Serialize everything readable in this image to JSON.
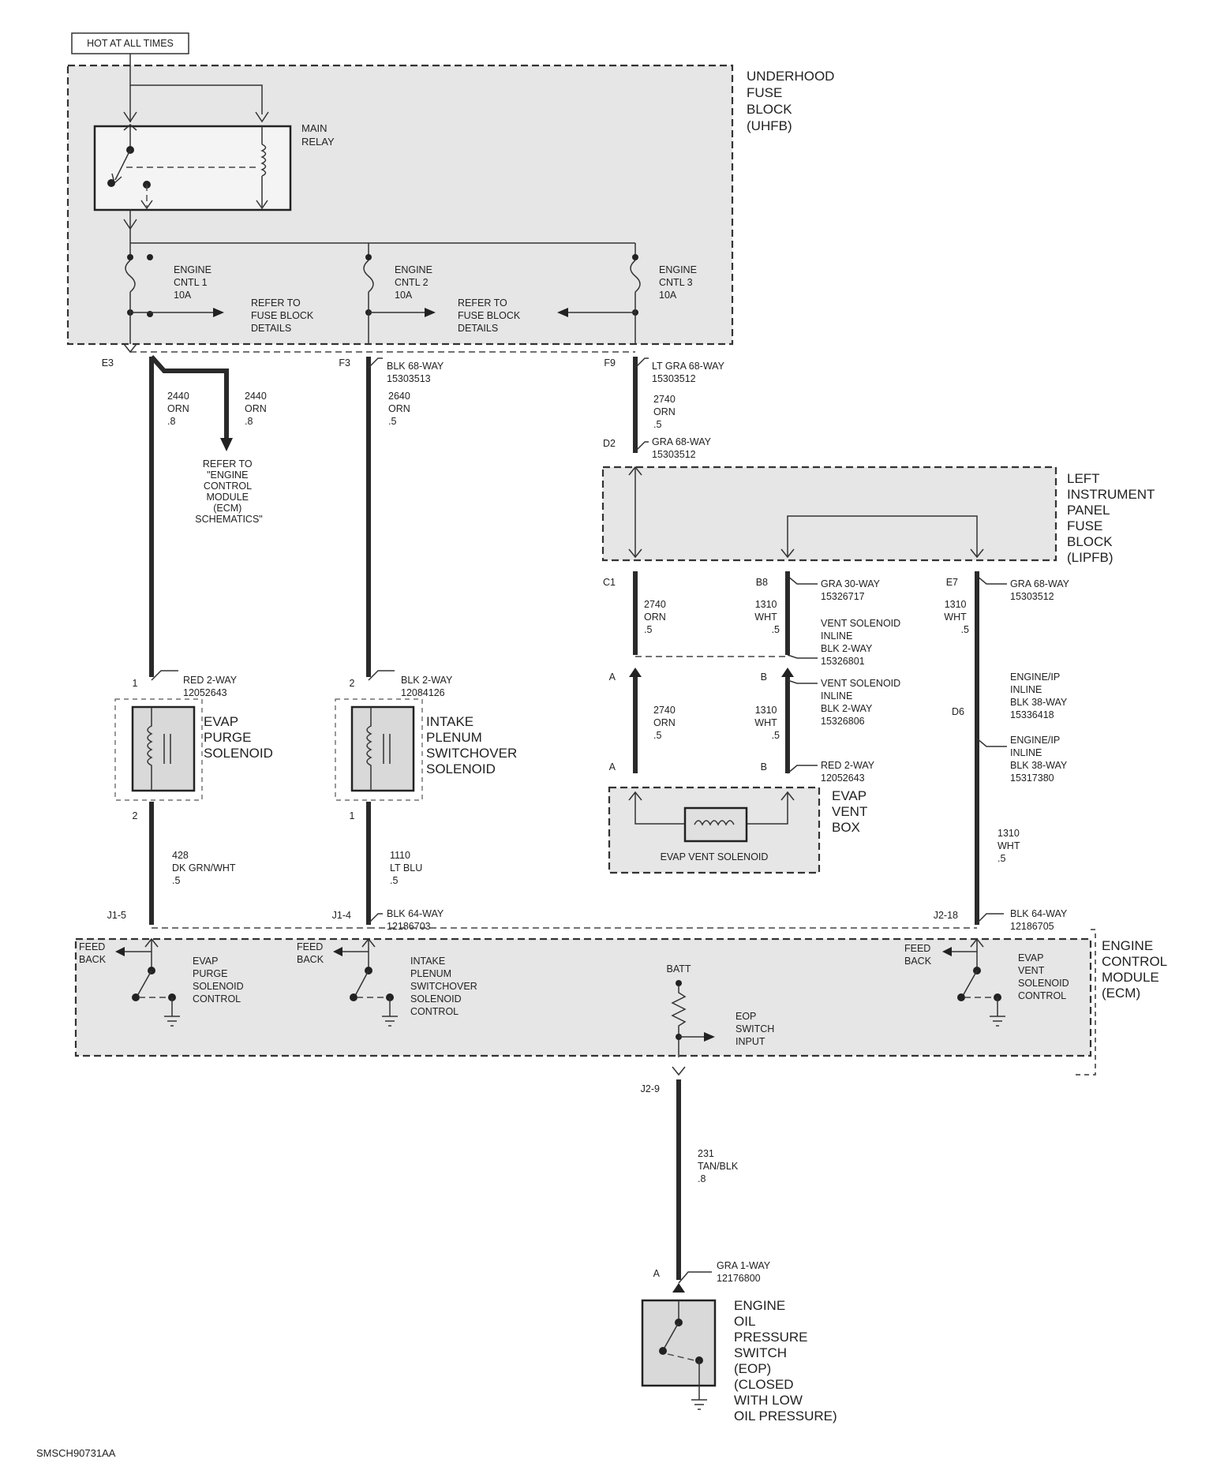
{
  "hot_label": "HOT AT ALL TIMES",
  "uhfb": {
    "title": [
      "UNDERHOOD",
      "FUSE",
      "BLOCK",
      "(UHFB)"
    ],
    "relay": [
      "MAIN",
      "RELAY"
    ]
  },
  "fuses": [
    {
      "name": [
        "ENGINE",
        "CNTL 1",
        "10A"
      ]
    },
    {
      "name": [
        "ENGINE",
        "CNTL 2",
        "10A"
      ]
    },
    {
      "name": [
        "ENGINE",
        "CNTL 3",
        "10A"
      ]
    }
  ],
  "refer_fuse": [
    "REFER TO",
    "FUSE BLOCK",
    "DETAILS"
  ],
  "refer_ecm": [
    "REFER TO",
    "\"ENGINE",
    "CONTROL",
    "MODULE",
    "(ECM)",
    "SCHEMATICS\""
  ],
  "connectors": {
    "e3": "E3",
    "f3": {
      "pin": "F3",
      "desc": [
        "BLK 68-WAY",
        "15303513"
      ]
    },
    "f9": {
      "pin": "F9",
      "desc": [
        "LT GRA 68-WAY",
        "15303512"
      ]
    },
    "d2": {
      "pin": "D2",
      "desc": [
        "GRA 68-WAY",
        "15303512"
      ]
    },
    "c1": "C1",
    "b8": {
      "pin": "B8",
      "desc": [
        "GRA 30-WAY",
        "15326717"
      ]
    },
    "e7": {
      "pin": "E7",
      "desc": [
        "GRA 68-WAY",
        "15303512"
      ]
    },
    "vent_inline_1": [
      "VENT SOLENOID",
      "INLINE",
      "BLK 2-WAY",
      "15326801"
    ],
    "vent_inline_2": [
      "VENT SOLENOID",
      "INLINE",
      "BLK 2-WAY",
      "15326806"
    ],
    "vent_box_conn": [
      "RED 2-WAY",
      "12052643"
    ],
    "eng_ip_1": [
      "ENGINE/IP",
      "INLINE",
      "BLK 38-WAY",
      "15336418"
    ],
    "d6": "D6",
    "eng_ip_2": [
      "ENGINE/IP",
      "INLINE",
      "BLK 38-WAY",
      "15317380"
    ],
    "purge_conn": [
      "RED 2-WAY",
      "12052643"
    ],
    "plenum_conn": [
      "BLK 2-WAY",
      "12084126"
    ],
    "j1_5": "J1-5",
    "j1_4": {
      "pin": "J1-4",
      "desc": [
        "BLK 64-WAY",
        "12186703"
      ]
    },
    "j2_18": {
      "pin": "J2-18",
      "desc": [
        "BLK 64-WAY",
        "12186705"
      ]
    },
    "j2_9": "J2-9",
    "eop_conn": {
      "pin": "A",
      "desc": [
        "GRA 1-WAY",
        "12176800"
      ]
    }
  },
  "wires": {
    "w2440a": [
      "2440",
      "ORN",
      ".8"
    ],
    "w2440b": [
      "2440",
      "ORN",
      ".8"
    ],
    "w2640": [
      "2640",
      "ORN",
      ".5"
    ],
    "w2740a": [
      "2740",
      "ORN",
      ".5"
    ],
    "w2740b": [
      "2740",
      "ORN",
      ".5"
    ],
    "w2740c": [
      "2740",
      "ORN",
      ".5"
    ],
    "w1310a": [
      "1310",
      "WHT",
      ".5"
    ],
    "w1310b": [
      "1310",
      "WHT",
      ".5"
    ],
    "w1310c": [
      "1310",
      "WHT",
      ".5"
    ],
    "w1310d": [
      "1310",
      "WHT",
      ".5"
    ],
    "w428": [
      "428",
      "DK GRN/WHT",
      ".5"
    ],
    "w1110": [
      "1110",
      "LT BLU",
      ".5"
    ],
    "w231": [
      "231",
      "TAN/BLK",
      ".8"
    ]
  },
  "pins": {
    "p1": "1",
    "p2a": "2",
    "p2b": "2",
    "p1b": "1",
    "a1": "A",
    "b1": "B",
    "a2": "A",
    "b2": "B"
  },
  "lipfb": {
    "title": [
      "LEFT",
      "INSTRUMENT",
      "PANEL",
      "FUSE",
      "BLOCK",
      "(LIPFB)"
    ]
  },
  "purge": {
    "title": [
      "EVAP",
      "PURGE",
      "SOLENOID"
    ]
  },
  "plenum": {
    "title": [
      "INTAKE",
      "PLENUM",
      "SWITCHOVER",
      "SOLENOID"
    ]
  },
  "vent_box": {
    "title": [
      "EVAP",
      "VENT",
      "BOX"
    ],
    "inner": "EVAP VENT SOLENOID"
  },
  "ecm": {
    "title": [
      "ENGINE",
      "CONTROL",
      "MODULE",
      "(ECM)"
    ],
    "feedback": [
      "FEED",
      "BACK"
    ],
    "purge_ctl": [
      "EVAP",
      "PURGE",
      "SOLENOID",
      "CONTROL"
    ],
    "plenum_ctl": [
      "INTAKE",
      "PLENUM",
      "SWITCHOVER",
      "SOLENOID",
      "CONTROL"
    ],
    "vent_ctl": [
      "EVAP",
      "VENT",
      "SOLENOID",
      "CONTROL"
    ],
    "batt": "BATT",
    "eop_input": [
      "EOP",
      "SWITCH",
      "INPUT"
    ]
  },
  "eop": {
    "title": [
      "ENGINE",
      "OIL",
      "PRESSURE",
      "SWITCH",
      "(EOP)",
      "(CLOSED",
      "WITH LOW",
      "OIL PRESSURE)"
    ]
  },
  "figure_id": "SMSCH90731AA"
}
